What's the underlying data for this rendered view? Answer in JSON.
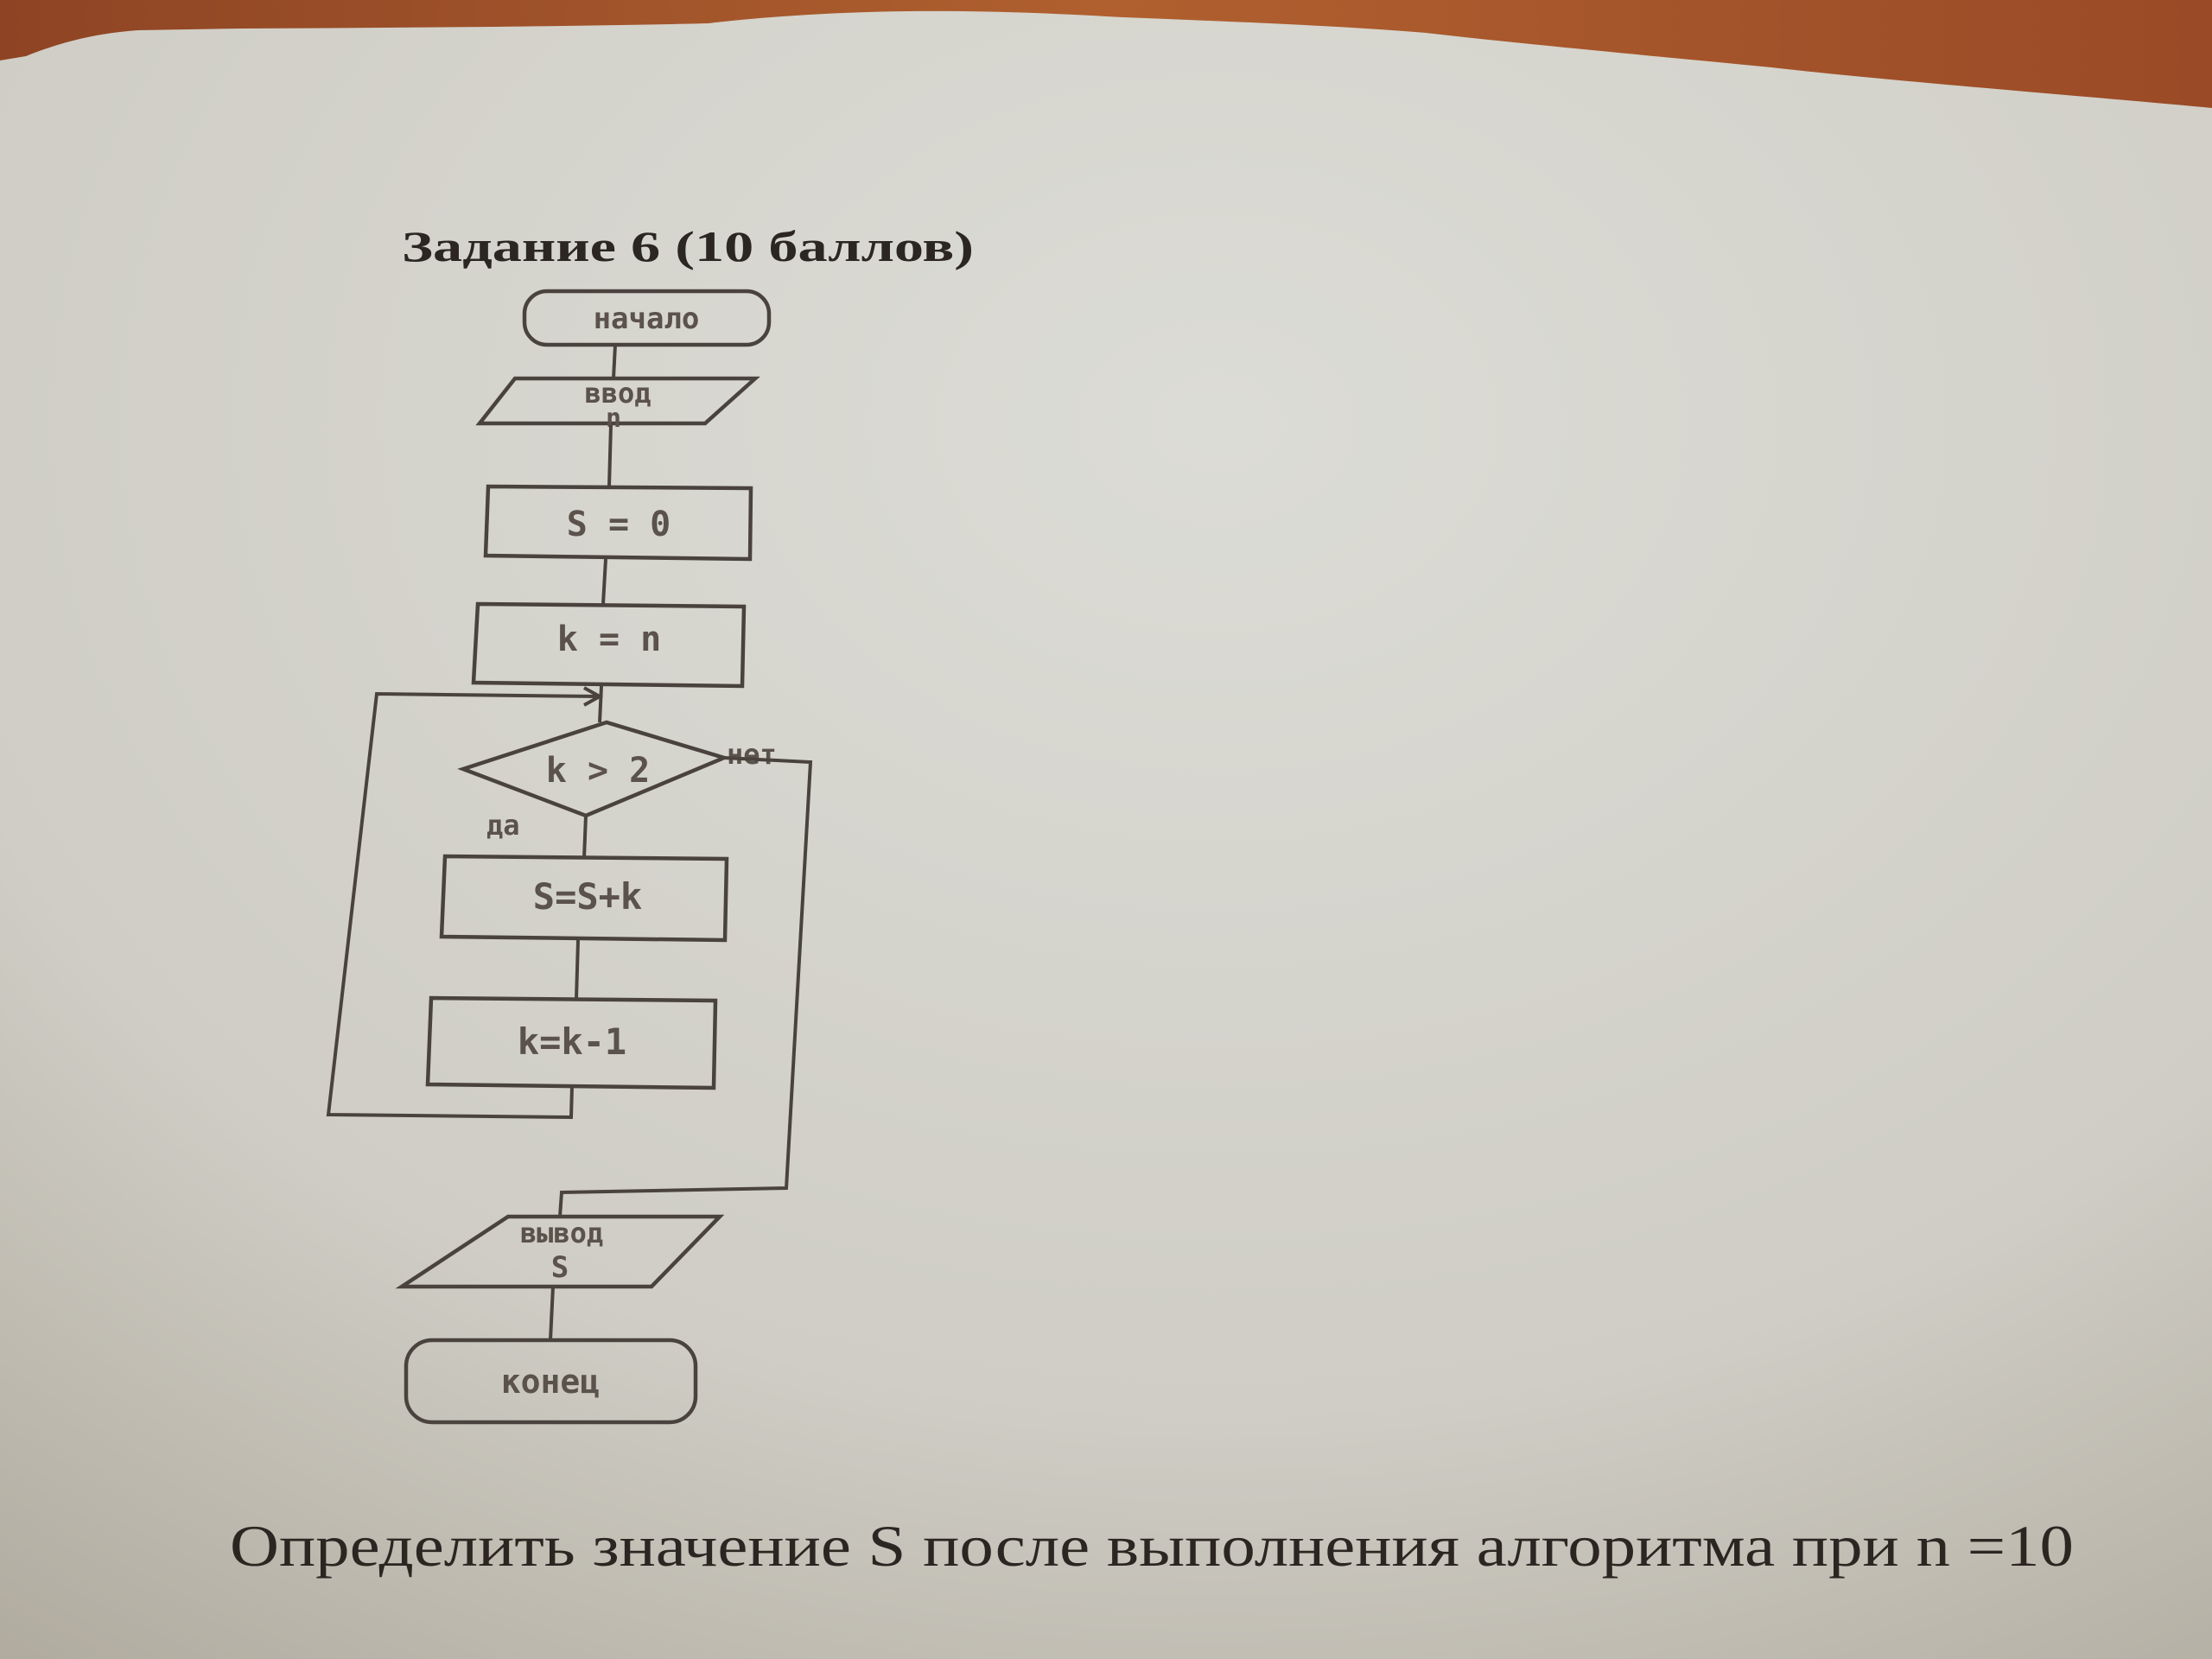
{
  "heading": "Задание 6 (10 баллов)",
  "flowchart": {
    "start": "начало",
    "input_label": "ввод",
    "input_var": "n",
    "init_s": "S = 0",
    "init_k": "k = n",
    "condition": "k > 2",
    "yes_label": "да",
    "no_label": "нет",
    "body_1": "S=S+k",
    "body_2": "k=k-1",
    "output_label": "вывод",
    "output_var": "S",
    "end": "конец"
  },
  "question": "Определить значение S после выполнения алгоритма при n =10",
  "colors": {
    "table": "#a4532c",
    "paper": "#d6d5cf",
    "ink": "#4a433d"
  }
}
